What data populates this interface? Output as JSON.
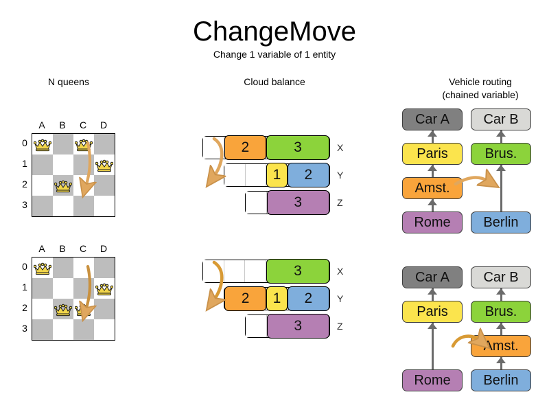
{
  "header": {
    "title": "ChangeMove",
    "subtitle": "Change 1 variable of 1 entity"
  },
  "columns": {
    "queens_title": "N queens",
    "cloud_title": "Cloud balance",
    "vrp_title_line1": "Vehicle routing",
    "vrp_title_line2": "(chained variable)"
  },
  "colors": {
    "orange": "#F9A43B",
    "green": "#8CD33B",
    "yellow": "#FBE44D",
    "blue": "#7FAEDC",
    "purple": "#B57FB3",
    "gray_dark": "#808080",
    "gray_light": "#D9D9D6",
    "board_dark": "#bdbdbd",
    "board_light": "#ffffff",
    "arrow": "#E0A75E",
    "queen_gold": "#F2D64B",
    "line": "#6b6b6b"
  },
  "queens": {
    "col_labels": [
      "A",
      "B",
      "C",
      "D"
    ],
    "row_labels": [
      "0",
      "1",
      "2",
      "3"
    ],
    "before": {
      "pieces": [
        {
          "col": 0,
          "row": 0
        },
        {
          "col": 2,
          "row": 0
        },
        {
          "col": 3,
          "row": 1
        },
        {
          "col": 1,
          "row": 2
        }
      ],
      "move": {
        "from_col": 2,
        "from_row": 0,
        "to_col": 2,
        "to_row": 2
      }
    },
    "after": {
      "pieces": [
        {
          "col": 0,
          "row": 0
        },
        {
          "col": 3,
          "row": 1
        },
        {
          "col": 1,
          "row": 2
        },
        {
          "col": 2,
          "row": 2
        }
      ],
      "move": {
        "from_col": 2,
        "from_row": 0,
        "to_col": 2,
        "to_row": 2
      }
    }
  },
  "cloud": {
    "before": {
      "rows": [
        {
          "label": "X",
          "segments": [
            {
              "type": "empty",
              "units": 1
            },
            {
              "type": "filled",
              "value": "2",
              "units": 2,
              "color": "#F9A43B"
            },
            {
              "type": "filled",
              "value": "3",
              "units": 3,
              "color": "#8CD33B"
            }
          ]
        },
        {
          "label": "Y",
          "segments": [
            {
              "type": "empty",
              "units": 1
            },
            {
              "type": "empty",
              "units": 1
            },
            {
              "type": "filled",
              "value": "1",
              "units": 1,
              "color": "#FBE44D"
            },
            {
              "type": "filled",
              "value": "2",
              "units": 2,
              "color": "#7FAEDC"
            }
          ]
        },
        {
          "label": "Z",
          "segments": [
            {
              "type": "empty",
              "units": 1
            },
            {
              "type": "filled",
              "value": "3",
              "units": 3,
              "color": "#B57FB3"
            }
          ]
        }
      ]
    },
    "after": {
      "rows": [
        {
          "label": "X",
          "segments": [
            {
              "type": "empty",
              "units": 1
            },
            {
              "type": "empty",
              "units": 1
            },
            {
              "type": "empty",
              "units": 1
            },
            {
              "type": "filled",
              "value": "3",
              "units": 3,
              "color": "#8CD33B"
            }
          ]
        },
        {
          "label": "Y",
          "segments": [
            {
              "type": "filled",
              "value": "2",
              "units": 2,
              "color": "#F9A43B"
            },
            {
              "type": "filled",
              "value": "1",
              "units": 1,
              "color": "#FBE44D"
            },
            {
              "type": "filled",
              "value": "2",
              "units": 2,
              "color": "#7FAEDC"
            }
          ]
        },
        {
          "label": "Z",
          "segments": [
            {
              "type": "empty",
              "units": 1
            },
            {
              "type": "filled",
              "value": "3",
              "units": 3,
              "color": "#B57FB3"
            }
          ]
        }
      ]
    }
  },
  "vrp": {
    "before": {
      "chain_a": [
        "Car A",
        "Paris",
        "Amst.",
        "Rome"
      ],
      "chain_b": [
        "Car B",
        "Brus.",
        "Berlin"
      ],
      "nodes": {
        "car_a": "Car A",
        "paris": "Paris",
        "amst": "Amst.",
        "rome": "Rome",
        "car_b": "Car B",
        "brus": "Brus.",
        "berlin": "Berlin"
      }
    },
    "after": {
      "chain_a": [
        "Car A",
        "Paris",
        "Rome"
      ],
      "chain_b": [
        "Car B",
        "Brus.",
        "Amst.",
        "Berlin"
      ],
      "nodes": {
        "car_a": "Car A",
        "paris": "Paris",
        "rome": "Rome",
        "car_b": "Car B",
        "brus": "Brus.",
        "amst": "Amst.",
        "berlin": "Berlin"
      }
    }
  }
}
